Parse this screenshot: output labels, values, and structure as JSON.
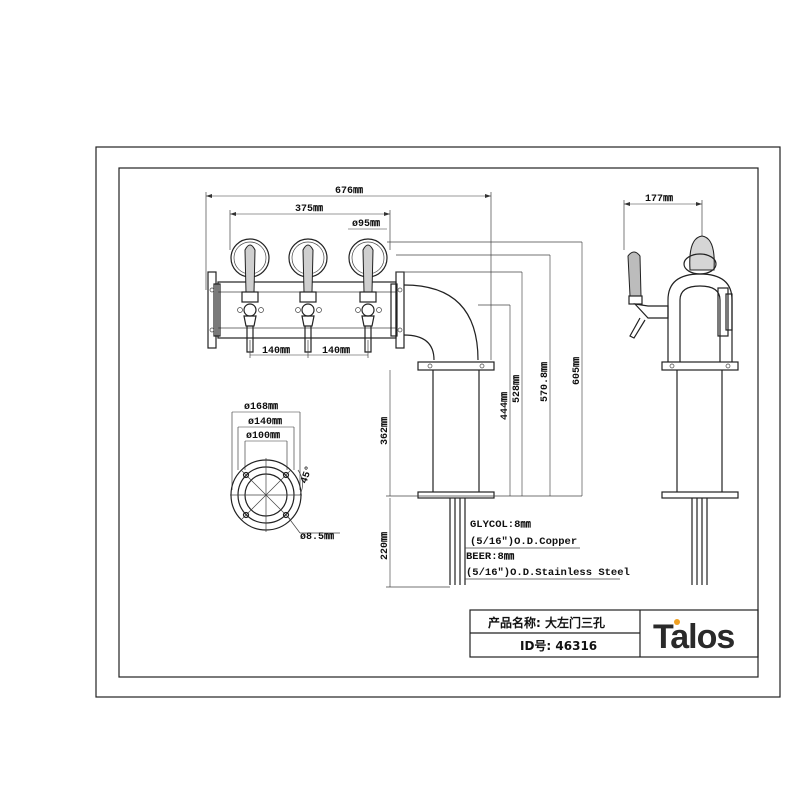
{
  "dimensions": {
    "overall_width": "676㎜",
    "tap_span": "375㎜",
    "medallion_dia": "ø95㎜",
    "spacing_left": "140㎜",
    "spacing_right": "140㎜",
    "height_362": "362㎜",
    "height_444": "444㎜",
    "height_528": "528㎜",
    "height_570": "570.8㎜",
    "height_605": "605㎜",
    "shank_220": "220㎜",
    "side_depth": "177㎜",
    "flange_outer": "ø168㎜",
    "flange_mid": "ø140㎜",
    "flange_inner": "ø100㎜",
    "angle": "45°",
    "bolt_hole": "ø8.5㎜"
  },
  "notes": {
    "glycol_line1": "GLYCOL:8㎜",
    "glycol_line2": "(5/16\")O.D.Copper",
    "beer_line1": "BEER:8㎜",
    "beer_line2": "(5/16\")O.D.Stainless Steel"
  },
  "title_block": {
    "product_name": "产品名称:  大左门三孔",
    "id_number": "ID号:  46316",
    "logo_text": "Talos",
    "logo_accent_color": "#f0a020"
  }
}
